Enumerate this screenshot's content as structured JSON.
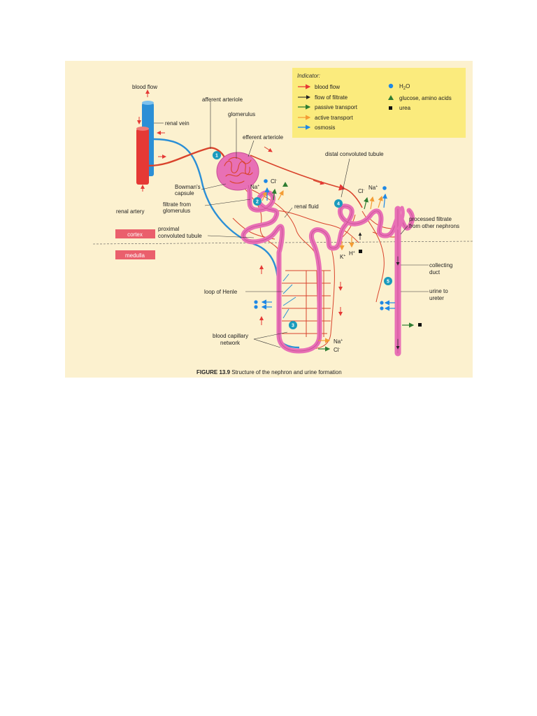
{
  "legend": {
    "title": "Indicator:",
    "items": [
      {
        "label": "blood flow",
        "color": "#e53935"
      },
      {
        "label": "flow of filtrate",
        "color": "#222222"
      },
      {
        "label": "passive transport",
        "color": "#2e7d32"
      },
      {
        "label": "active transport",
        "color": "#f39c34"
      },
      {
        "label": "osmosis",
        "color": "#1e88e5"
      }
    ],
    "symbols": [
      {
        "label": "H",
        "sub": "2",
        "tail": "O",
        "shape": "circle",
        "color": "#1e88e5"
      },
      {
        "label": "glucose, amino acids",
        "shape": "triangle",
        "color": "#2e7d32"
      },
      {
        "label": "urea",
        "shape": "square",
        "color": "#111111"
      }
    ]
  },
  "labels": {
    "blood_flow": "blood flow",
    "renal_vein": "renal vein",
    "renal_artery": "renal artery",
    "afferent_arteriole": "afferent arteriole",
    "glomerulus": "glomerulus",
    "efferent_arteriole": "efferent arteriole",
    "bowmans_capsule_1": "Bowman's",
    "bowmans_capsule_2": "capsule",
    "filtrate_1": "filtrate from",
    "filtrate_2": "glomerulus",
    "renal_fluid": "renal fluid",
    "distal_tubule": "distal convoluted tubule",
    "proximal_1": "proximal",
    "proximal_2": "convoluted tubule",
    "processed_1": "processed filtrate",
    "processed_2": "from other nephrons",
    "collecting_1": "collecting",
    "collecting_2": "duct",
    "urine_1": "urine to",
    "urine_2": "ureter",
    "loop_henle": "loop of Henle",
    "capillary_1": "blood capillary",
    "capillary_2": "network"
  },
  "zones": {
    "cortex": "cortex",
    "medulla": "medulla"
  },
  "ions": {
    "na": "Na",
    "cl": "Cl",
    "k": "K",
    "h": "H",
    "na_charge": "+",
    "cl_charge": "-",
    "k_charge": "+",
    "h_charge": "+"
  },
  "steps": [
    "1",
    "2",
    "3",
    "4",
    "5"
  ],
  "caption": {
    "bold": "FIGURE 13.9",
    "text": " Structure of the nephron and urine formation"
  },
  "colors": {
    "background": "#fcf1cf",
    "legend_bg": "#fbeb7d",
    "tubule": "#e870b5",
    "tubule_dark": "#c84f95",
    "artery": "#e53935",
    "vein": "#2b8fd6",
    "capillary_red": "#d9432c",
    "capillary_blue": "#2b8fd6",
    "step_badge": "#1a9bbd",
    "zone_badge": "#ea5f6c"
  }
}
